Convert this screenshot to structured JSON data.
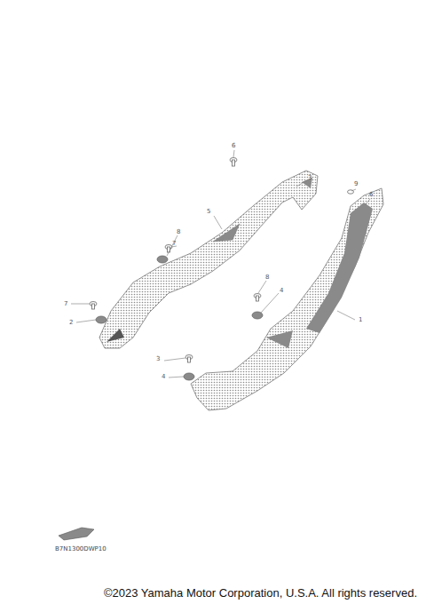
{
  "diagram": {
    "labels": [
      "6",
      "3",
      "5",
      "8",
      "7",
      "9",
      "6",
      "7",
      "2",
      "8",
      "4",
      "1",
      "3",
      "4",
      "B7N1300DWP10"
    ],
    "caption": "©2023 Yamaha Motor Corporation, U.S.A. All rights reserved."
  }
}
